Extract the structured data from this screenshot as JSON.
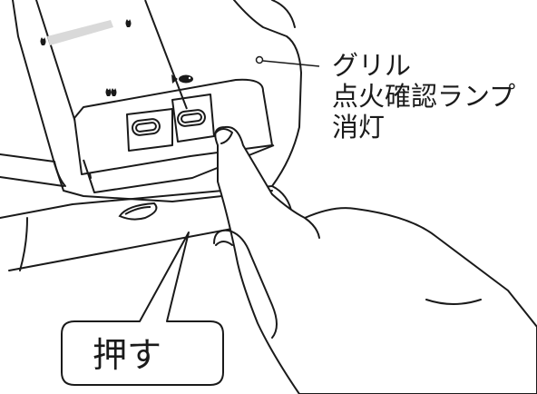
{
  "annotation": {
    "lamp_label_line1": "グリル",
    "lamp_label_line2": "点火確認ランプ",
    "lamp_label_line3": "消灯"
  },
  "callout": {
    "push_label": "押す"
  },
  "icons": {
    "fish": "fish-icon",
    "flame_left": "flame-icon",
    "flame_panel": "flame-icon",
    "finger": "hand-icon"
  }
}
